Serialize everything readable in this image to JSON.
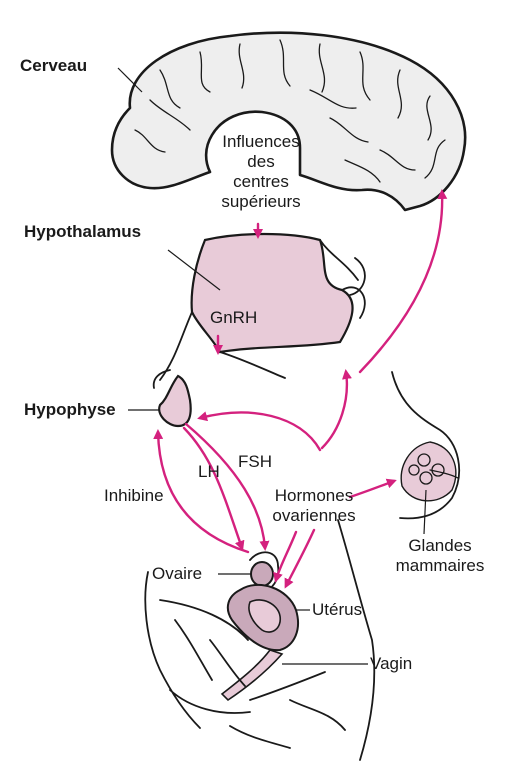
{
  "labels": {
    "cerveau": "Cerveau",
    "influences": [
      "Influences",
      "des",
      "centres",
      "supérieurs"
    ],
    "hypothalamus": "Hypothalamus",
    "gnrh": "GnRH",
    "hypophyse": "Hypophyse",
    "lh": "LH",
    "fsh": "FSH",
    "inhibine": "Inhibine",
    "hormones": [
      "Hormones",
      "ovariennes"
    ],
    "glandes": [
      "Glandes",
      "mammaires"
    ],
    "ovaire": "Ovaire",
    "uterus": "Utérus",
    "vagin": "Vagin"
  },
  "colors": {
    "arrow": "#d4217e",
    "tissue": "#e8cbd8",
    "brain": "#eeeeee",
    "outline": "#1a1a1a"
  }
}
